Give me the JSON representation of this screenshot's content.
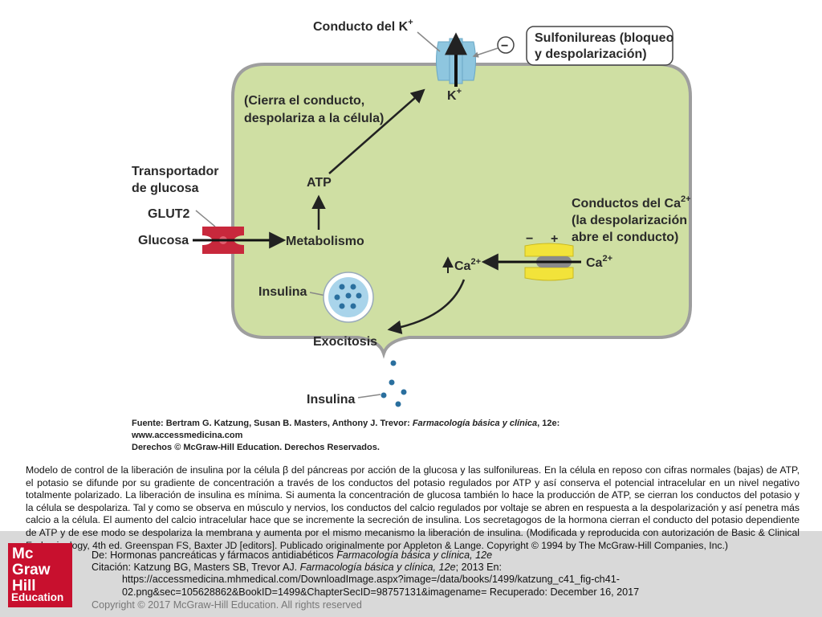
{
  "diagram": {
    "labels": {
      "k_channel": "Conducto del K",
      "k_sup": "+",
      "k_out": "K",
      "k_out_sup": "+",
      "minus": "−",
      "sulfonylureas_1": "Sulfonilureas (bloqueo",
      "sulfonylureas_2": "y despolarización)",
      "close_1": "(Cierra el conducto,",
      "close_2": "despolariza a la célula)",
      "atp": "ATP",
      "transporter_1": "Transportador",
      "transporter_2": "de glucosa",
      "glut2": "GLUT2",
      "glucose": "Glucosa",
      "metabolism": "Metabolismo",
      "ca_channel_1": "Conductos del Ca",
      "ca_channel_sup": "2+",
      "ca_channel_2": "(la despolarización",
      "ca_channel_3": "abre el conducto)",
      "ca_minus": "−",
      "ca_plus": "+",
      "ca_in": "Ca",
      "ca_in_sup": "2+",
      "ca_out": "Ca",
      "ca_out_sup": "2+",
      "insulin_in": "Insulina",
      "exocytosis": "Exocitosis",
      "insulin_out": "Insulina"
    },
    "source_1": "Fuente: Bertram G. Katzung, Susan B. Masters, Anthony J. Trevor: ",
    "source_1_italic": "Farmacología básica y clínica",
    "source_1_end": ", 12e:",
    "source_2": "www.accessmedicina.com",
    "source_3": "Derechos © McGraw-Hill Education. Derechos Reservados.",
    "colors": {
      "cell_fill": "#cfdfa3",
      "cell_stroke": "#9e9e9e",
      "k_channel": "#8ec6df",
      "glut2": "#c8283c",
      "ca_channel": "#f2e33a",
      "granule": "#a9d4ea",
      "insulin_dot": "#2a6f9e"
    }
  },
  "caption": "Modelo de control de la liberación de insulina por la célula β del páncreas por acción de la glucosa y las sulfonilureas. En la célula en reposo con cifras normales (bajas) de ATP, el potasio se difunde por su gradiente de concentración a través de los conductos del potasio regulados por ATP y así conserva el potencial intracelular en un nivel negativo totalmente polarizado. La liberación de insulina es mínima. Si aumenta la concentración de glucosa también lo hace la producción de ATP, se cierran los conductos del potasio y la célula se despolariza. Tal y como se observa en músculo y nervios, los conductos del calcio regulados por voltaje se abren en respuesta a la despolarización y así penetra más calcio a la célula. El aumento del calcio intracelular hace que se incremente la secreción de insulina. Los secretagogos de la hormona cierran el conducto del potasio dependiente de ATP y de ese modo se despolariza la membrana y aumenta por el mismo mecanismo la liberación de insulina. (Modificada y reproducida con autorización de Basic & Clinical Endocrinology, 4th ed. Greenspan FS, Baxter JD [editors]. Publicado originalmente por Appleton & Lange. Copyright © 1994 by The McGraw-Hill Companies, Inc.)",
  "footer": {
    "logo_1": "Mc",
    "logo_2": "Graw",
    "logo_3": "Hill",
    "logo_4": "Education",
    "from_prefix": "De: Hormonas pancreáticas y fármacos antidiabéticos ",
    "from_book": "Farmacología básica y clínica, 12e",
    "cite_prefix": "Citación: Katzung BG, Masters SB, Trevor AJ. ",
    "cite_book": "Farmacología básica y clínica, 12e",
    "cite_suffix": "; 2013 En:",
    "url": "https://accessmedicina.mhmedical.com/DownloadImage.aspx?image=/data/books/1499/katzung_c41_fig-ch41-02.png&sec=105628862&BookID=1499&ChapterSecID=98757131&imagename= Recuperado: December 16, 2017",
    "copyright": "Copyright © 2017 McGraw-Hill Education. All rights reserved"
  }
}
